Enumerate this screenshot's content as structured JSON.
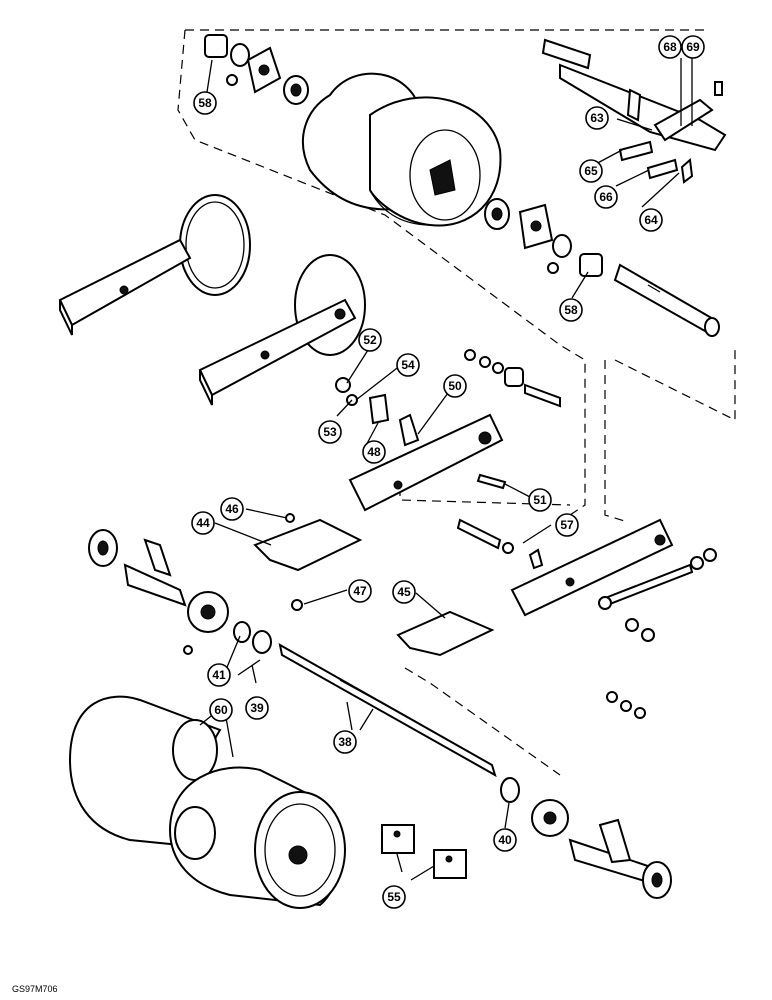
{
  "figure": {
    "id": "GS97M706"
  },
  "callouts": [
    {
      "label": "58"
    },
    {
      "label": "68"
    },
    {
      "label": "69"
    },
    {
      "label": "63"
    },
    {
      "label": "65"
    },
    {
      "label": "66"
    },
    {
      "label": "64"
    },
    {
      "label": "58"
    },
    {
      "label": "52"
    },
    {
      "label": "54"
    },
    {
      "label": "50"
    },
    {
      "label": "53"
    },
    {
      "label": "48"
    },
    {
      "label": "51"
    },
    {
      "label": "46"
    },
    {
      "label": "44"
    },
    {
      "label": "57"
    },
    {
      "label": "47"
    },
    {
      "label": "45"
    },
    {
      "label": "41"
    },
    {
      "label": "39"
    },
    {
      "label": "60"
    },
    {
      "label": "38"
    },
    {
      "label": "40"
    },
    {
      "label": "55"
    }
  ]
}
